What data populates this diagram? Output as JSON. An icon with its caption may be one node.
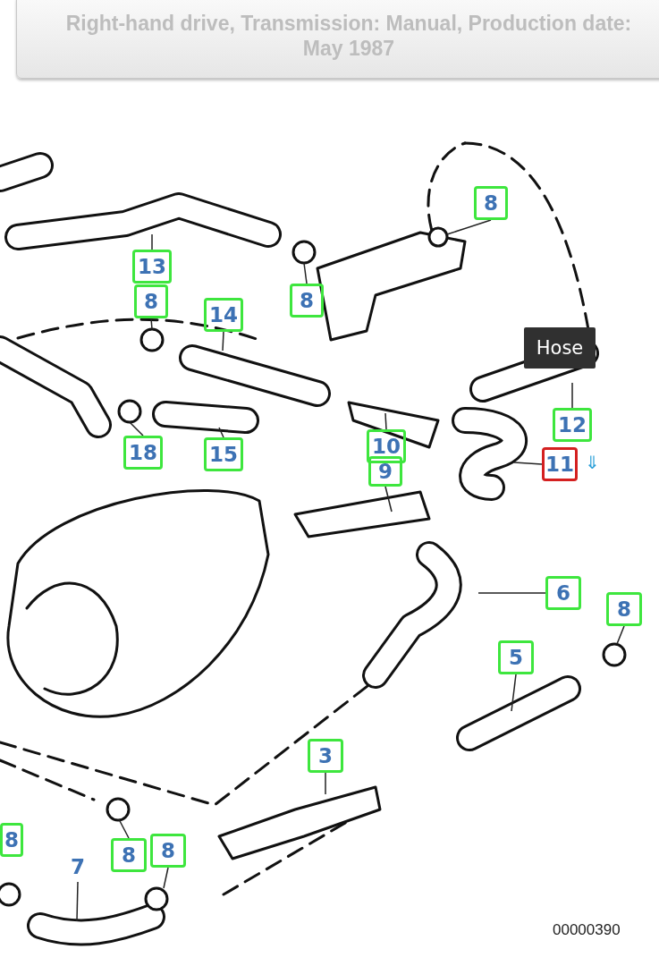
{
  "diagram": {
    "title": "**Right-hand drive,** Transmission: **Manual**, Production date:  **May 1987**",
    "nodes": [
      {
        "text": [
          "8"
        ]
      },
      {
        "text": [
          "13"
        ]
      },
      {
        "text": [
          "8"
        ]
      },
      {
        "text": [
          "8"
        ]
      },
      {
        "text": [
          "14"
        ]
      },
      {
        "text": [
          "12"
        ]
      },
      {
        "text": [
          "Hose"
        ]
      },
      {
        "text": [
          "10"
        ]
      },
      {
        "text": [
          "9"
        ]
      },
      {
        "text": [
          "11"
        ]
      },
      {
        "text": [
          "18"
        ]
      },
      {
        "text": [
          "15"
        ]
      },
      {
        "text": [
          "6"
        ]
      },
      {
        "text": [
          "8"
        ]
      },
      {
        "text": [
          "5"
        ]
      },
      {
        "text": [
          "3"
        ]
      },
      {
        "text": [
          "8"
        ]
      },
      {
        "text": [
          "8"
        ]
      },
      {
        "text": [
          "8"
        ]
      },
      {
        "text": [
          "7"
        ]
      }
    ],
    "edges": [
      {
        "from": 0,
        "to": null,
        "arrow": "none"
      },
      {
        "from": 1,
        "to": null,
        "arrow": "none"
      },
      {
        "from": 2,
        "to": null,
        "arrow": "none"
      },
      {
        "from": 3,
        "to": null,
        "arrow": "none"
      },
      {
        "from": 4,
        "to": null,
        "arrow": "none"
      },
      {
        "from": 5,
        "to": null,
        "arrow": "none"
      },
      {
        "from": 7,
        "to": null,
        "arrow": "none"
      },
      {
        "from": 8,
        "to": null,
        "arrow": "none"
      },
      {
        "from": 9,
        "to": null,
        "arrow": "none"
      },
      {
        "from": 10,
        "to": null,
        "arrow": "none"
      },
      {
        "from": 11,
        "to": null,
        "arrow": "none"
      },
      {
        "from": 12,
        "to": null,
        "arrow": "none"
      },
      {
        "from": 13,
        "to": null,
        "arrow": "none"
      },
      {
        "from": 14,
        "to": null,
        "arrow": "none"
      },
      {
        "from": 15,
        "to": null,
        "arrow": "none"
      },
      {
        "from": 17,
        "to": null,
        "arrow": "none"
      },
      {
        "from": 18,
        "to": null,
        "arrow": "none"
      },
      {
        "from": 19,
        "to": null,
        "arrow": "none"
      }
    ],
    "labels": [
      "⇓",
      "00000390"
    ]
  }
}
